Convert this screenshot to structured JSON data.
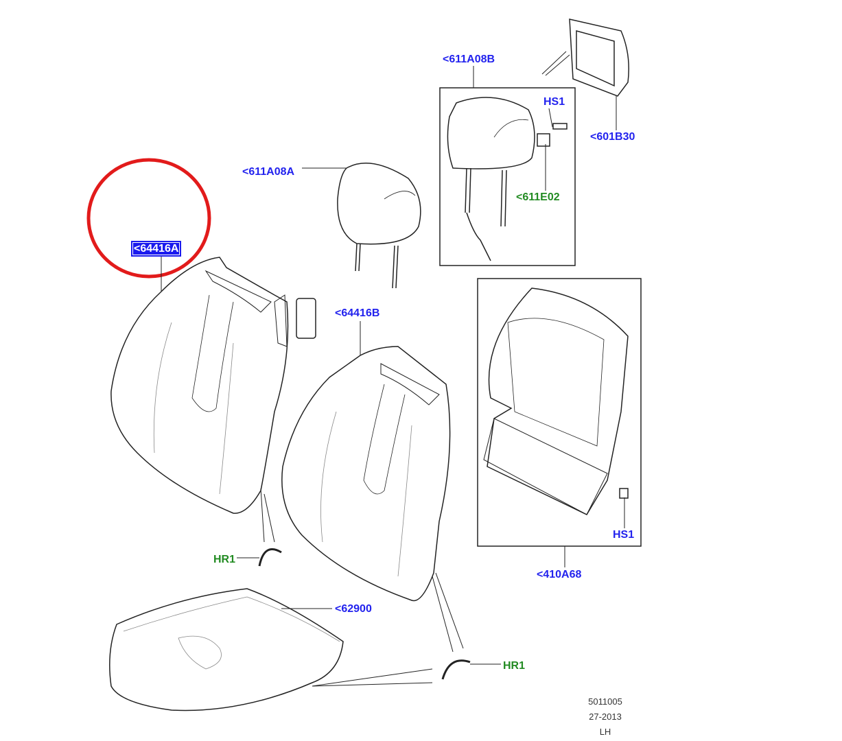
{
  "labels": {
    "headrest_rear": "<611A08B",
    "hs1_top": "HS1",
    "bezel": "<601B30",
    "headrest_front": "<611A08A",
    "clip": "<611E02",
    "backrest_cover_a": "<64416A",
    "backrest_cover_b": "<64416B",
    "hr1_left": "HR1",
    "back_panel": "<410A68",
    "hs1_bottom": "HS1",
    "cushion_cover": "<62900",
    "hr1_right": "HR1"
  },
  "footer": {
    "code": "5011005",
    "date": "27-2013",
    "side": "LH"
  },
  "colors": {
    "link": "#2222ee",
    "link_green": "#228b22",
    "highlight": "#1a1aee",
    "circle": "#e21b1b"
  }
}
